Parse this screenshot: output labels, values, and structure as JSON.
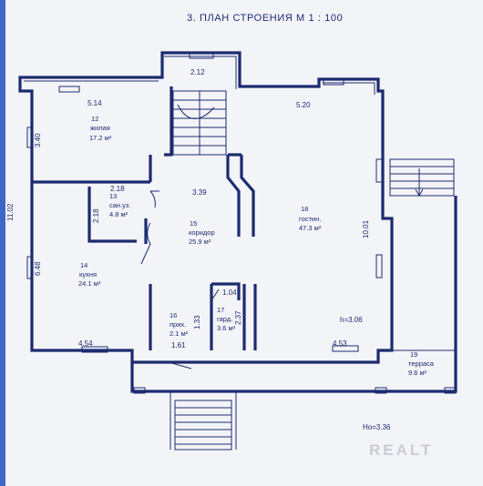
{
  "title": "3. ПЛАН СТРОЕНИЯ М 1 : 100",
  "rooms": [
    {
      "num": "12",
      "name": "жилая",
      "area": "17.2 м²"
    },
    {
      "num": "13",
      "name": "сан.уз.",
      "area": "4.8 м²"
    },
    {
      "num": "15",
      "name": "коридор",
      "area": "25.9 м²"
    },
    {
      "num": "14",
      "name": "кухня",
      "area": "24.1 м²"
    },
    {
      "num": "18",
      "name": "гостин.",
      "area": "47.3 м²"
    },
    {
      "num": "16",
      "name": "прих.",
      "area": "2.1 м²"
    },
    {
      "num": "17",
      "name": "гард.",
      "area": "3.6 м²"
    },
    {
      "num": "19",
      "name": "терраса",
      "area": "9.6 м²"
    }
  ],
  "dims": {
    "d212": "2.12",
    "d514": "5.14",
    "d520": "5.20",
    "d340": "3.40",
    "d1102": "11.02",
    "d218a": "2.18",
    "d218b": "2.18",
    "d339": "3.39",
    "d1001": "10.01",
    "d648": "6.48",
    "d104": "1.04",
    "d237": "2.37",
    "d133": "1.33",
    "d161": "1.61",
    "d454": "4.54",
    "d453": "4.53",
    "h306": "h=3.06",
    "h336": "Hо=3.36"
  },
  "watermark": "REALT"
}
